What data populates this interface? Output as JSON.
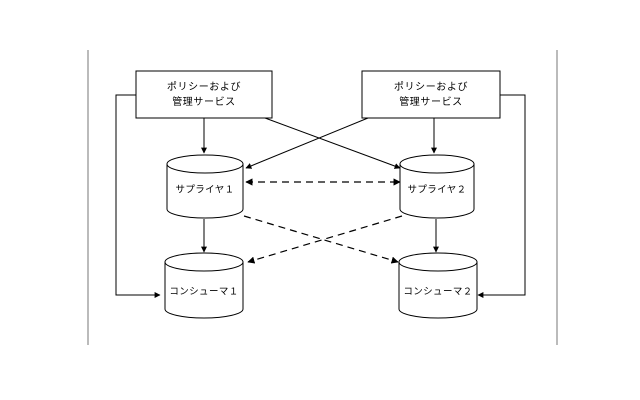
{
  "figure": {
    "type": "diagram",
    "subtype": "block-diagram",
    "background_color": "#ffffff",
    "line_color": "#000000",
    "frame_color": "#777777"
  },
  "nodes": {
    "policy_service_left": {
      "shape": "rectangle",
      "line1": "ポリシーおよび",
      "line2": "管理サービス"
    },
    "policy_service_right": {
      "shape": "rectangle",
      "line1": "ポリシーおよび",
      "line2": "管理サービス"
    },
    "supplier_1": {
      "shape": "cylinder",
      "label": "サプライヤ１"
    },
    "supplier_2": {
      "shape": "cylinder",
      "label": "サプライヤ２"
    },
    "consumer_1": {
      "shape": "cylinder",
      "label": "コンシューマ１"
    },
    "consumer_2": {
      "shape": "cylinder",
      "label": "コンシューマ２"
    }
  },
  "edges": [
    {
      "id": "left-policy-to-supplier1",
      "from": "policy_service_left",
      "to": "supplier_1",
      "style": "solid",
      "arrow": "single"
    },
    {
      "id": "left-policy-to-supplier2",
      "from": "policy_service_left",
      "to": "supplier_2",
      "style": "solid",
      "arrow": "single"
    },
    {
      "id": "right-policy-to-supplier2",
      "from": "policy_service_right",
      "to": "supplier_2",
      "style": "solid",
      "arrow": "single"
    },
    {
      "id": "right-policy-to-supplier1",
      "from": "policy_service_right",
      "to": "supplier_1",
      "style": "solid",
      "arrow": "single"
    },
    {
      "id": "left-policy-to-consumer1",
      "from": "policy_service_left",
      "to": "consumer_1",
      "style": "solid",
      "arrow": "single"
    },
    {
      "id": "right-policy-to-consumer2",
      "from": "policy_service_right",
      "to": "consumer_2",
      "style": "solid",
      "arrow": "single"
    },
    {
      "id": "supplier1-to-consumer1",
      "from": "supplier_1",
      "to": "consumer_1",
      "style": "solid",
      "arrow": "single"
    },
    {
      "id": "supplier2-to-consumer2",
      "from": "supplier_2",
      "to": "consumer_2",
      "style": "solid",
      "arrow": "single"
    },
    {
      "id": "supplier1-supplier2",
      "from": "supplier_1",
      "to": "supplier_2",
      "style": "dashed",
      "arrow": "double"
    },
    {
      "id": "supplier1-to-consumer2",
      "from": "supplier_1",
      "to": "consumer_2",
      "style": "dashed",
      "arrow": "single"
    },
    {
      "id": "supplier2-to-consumer1",
      "from": "supplier_2",
      "to": "consumer_1",
      "style": "dashed",
      "arrow": "single"
    }
  ]
}
